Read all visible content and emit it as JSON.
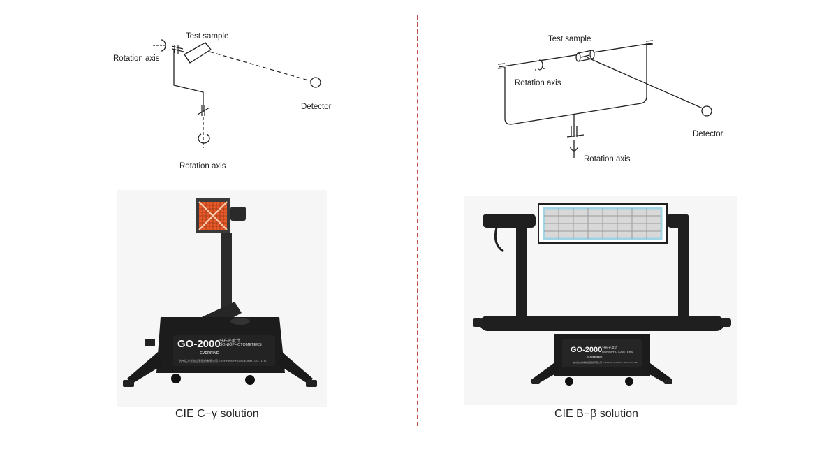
{
  "left": {
    "labels": {
      "test_sample": "Test sample",
      "rotation_axis_top": "Rotation axis",
      "detector": "Detector",
      "rotation_axis_bottom": "Rotation axis"
    },
    "device": {
      "model": "GO-2000",
      "cn_name": "分布光度计",
      "en_name": "GONIOPHOTOMETERS",
      "brand": "EVERFINE",
      "company": "杭州远方光电信息股份有限公司 EVERFINE PHOTO-E-INFO CO., LTD."
    },
    "caption": "CIE C−γ solution"
  },
  "right": {
    "labels": {
      "test_sample": "Test sample",
      "rotation_axis_top": "Rotation axis",
      "detector": "Detector",
      "rotation_axis_bottom": "Rotation axis"
    },
    "device": {
      "model": "GO-2000",
      "cn_name": "分布光度计",
      "en_name": "GONIOPHOTOMETERS",
      "brand": "EVERFINE",
      "company": "杭州远方光电信息股份有限公司 EVERFINE PHOTO-E-INFO CO., LTD."
    },
    "caption": "CIE B−β solution"
  },
  "colors": {
    "divider": "#c0504d",
    "device_body": "#1c1c1c",
    "lamp_grid": "#e85a2a",
    "lamp_frame": "#9fd3e6"
  }
}
